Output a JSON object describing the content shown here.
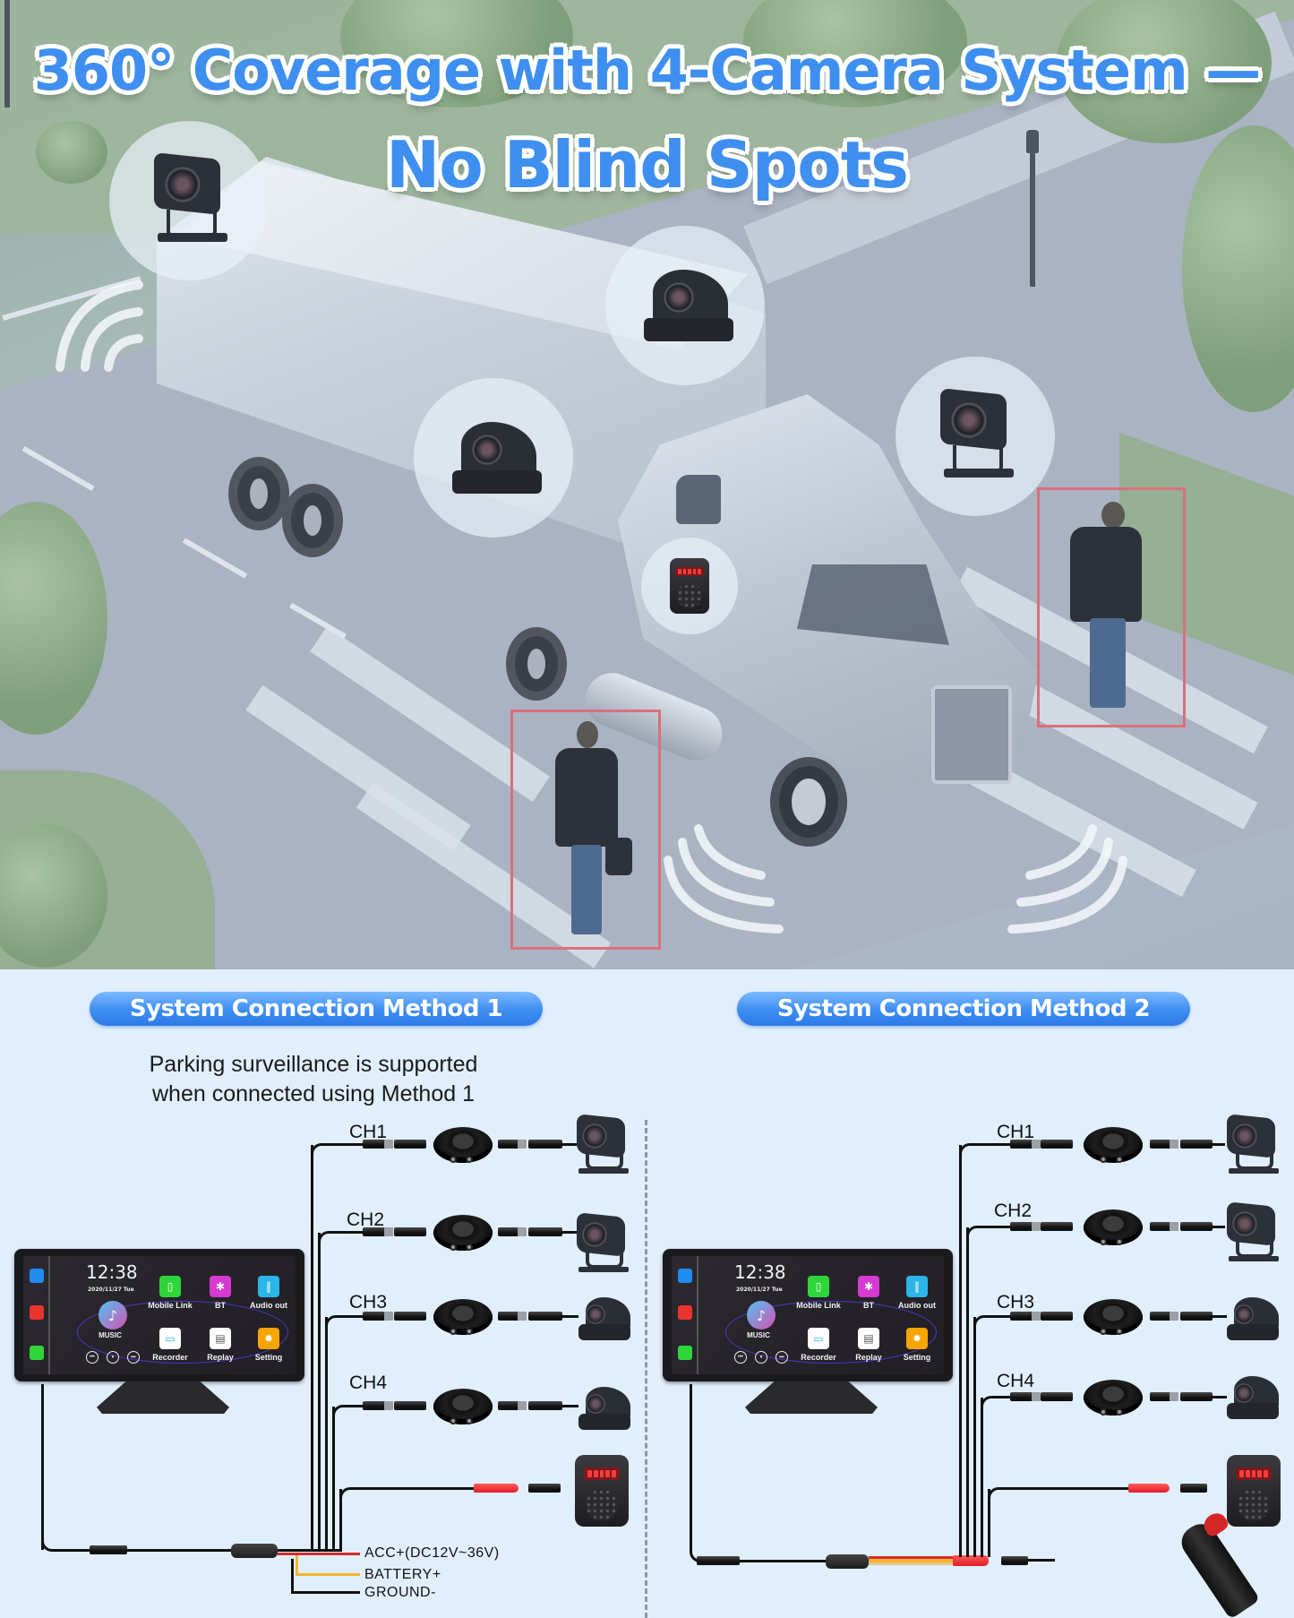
{
  "hero": {
    "title_line1": "360° Coverage with 4-Camera System —",
    "title_line2": "No Blind Spots",
    "title_color": "#3e8ff0",
    "camera_bubbles": [
      {
        "name": "rear-camera-bubble",
        "type": "box-camera",
        "position": "trailer-rear-top"
      },
      {
        "name": "side-camera-right-bubble",
        "type": "side-camera",
        "position": "trailer-side-upper"
      },
      {
        "name": "side-camera-left-bubble",
        "type": "side-camera",
        "position": "trailer-side-lower"
      },
      {
        "name": "front-camera-bubble",
        "type": "box-camera",
        "position": "cab-front"
      },
      {
        "name": "alarm-speaker-bubble",
        "type": "alarm-speaker",
        "position": "cab-side"
      }
    ],
    "detection_boxes": [
      {
        "name": "pedestrian-detection-left",
        "color": "#d9707c"
      },
      {
        "name": "pedestrian-detection-right",
        "color": "#d9707c"
      }
    ]
  },
  "method1": {
    "label": "System Connection Method 1",
    "note_line1": "Parking surveillance is supported",
    "note_line2": "when connected using Method 1",
    "channels": [
      "CH1",
      "CH2",
      "CH3",
      "CH4"
    ],
    "power_labels": {
      "acc": "ACC+(DC12V~36V)",
      "battery": "BATTERY+",
      "ground": "GROUND-"
    },
    "wire_colors": {
      "acc": "#d92b2b",
      "battery": "#f2b531",
      "ground": "#111111"
    }
  },
  "method2": {
    "label": "System Connection Method 2",
    "channels": [
      "CH1",
      "CH2",
      "CH3",
      "CH4"
    ],
    "power_source": "cigarette-lighter-plug"
  },
  "monitor": {
    "time": "12:38",
    "date": "2020/11/27  Tue",
    "music_label": "MUSIC",
    "apps": [
      {
        "label": "Mobile Link",
        "color": "#2fd63a",
        "glyph": "▯"
      },
      {
        "label": "BT",
        "color": "#d63ad0",
        "glyph": "✱"
      },
      {
        "label": "Audio out",
        "color": "#2bb5e8",
        "glyph": "‖"
      },
      {
        "label": "Recorder",
        "color": "#ffffff",
        "glyph": "▭"
      },
      {
        "label": "Replay",
        "color": "#ffffff",
        "glyph": "▤"
      },
      {
        "label": "Setting",
        "color": "#f5a400",
        "glyph": "✹"
      }
    ],
    "sidebar": [
      {
        "name": "volume",
        "color": "#1f8cf0",
        "glyph": "◀"
      },
      {
        "name": "brightness",
        "color": "#e8352e",
        "glyph": "◐"
      },
      {
        "name": "carplay",
        "color": "#2fd63a",
        "glyph": "▢"
      }
    ],
    "controls": [
      "⏮",
      "⏸",
      "⏭"
    ]
  }
}
